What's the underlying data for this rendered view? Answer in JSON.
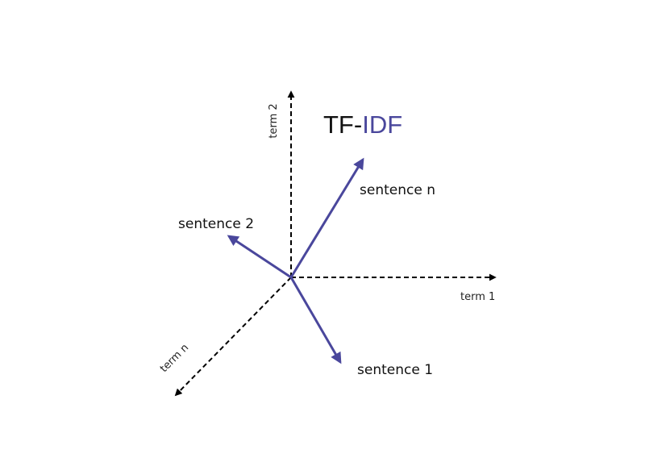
{
  "title": {
    "prefix": "TF-",
    "suffix": "IDF",
    "prefix_color": "#111111",
    "suffix_color": "#4a479c"
  },
  "axes": {
    "term1": "term 1",
    "term2": "term 2",
    "termn": "term n"
  },
  "vectors": {
    "sentence1": "sentence 1",
    "sentence2": "sentence 2",
    "sentencen": "sentence n"
  },
  "colors": {
    "vector": "#4a479c",
    "axis": "#000000"
  }
}
